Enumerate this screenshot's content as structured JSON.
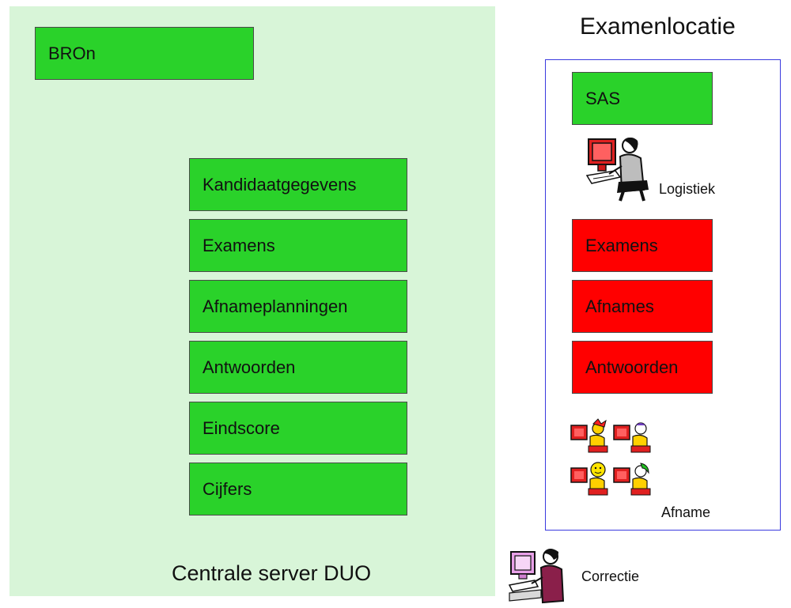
{
  "central": {
    "bron": "BROn",
    "items": [
      "Kandidaatgegevens",
      "Examens",
      "Afnameplanningen",
      "Antwoorden",
      "Eindscore",
      "Cijfers"
    ],
    "caption": "Centrale server DUO"
  },
  "location": {
    "title": "Examenlocatie",
    "sas": "SAS",
    "logistics_label": "Logistiek",
    "items": [
      "Examens",
      "Afnames",
      "Antwoorden"
    ],
    "afname_label": "Afname"
  },
  "correction_label": "Correctie",
  "colors": {
    "green_box": "#2ad22a",
    "red_box": "#ff0000",
    "panel": "#d8f5d8",
    "frame": "#3a3adf"
  }
}
